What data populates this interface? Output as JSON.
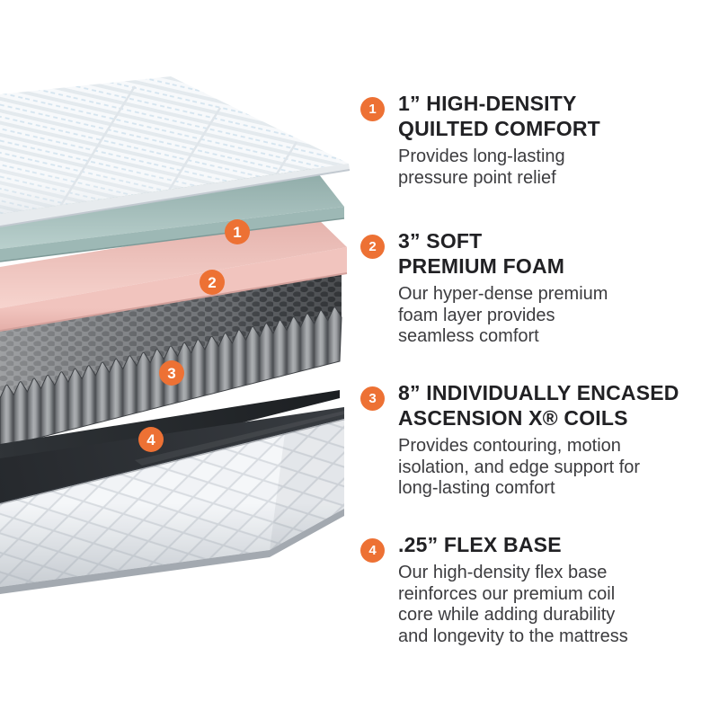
{
  "colors": {
    "accent_orange": "#ED7134",
    "heading_text": "#212124",
    "body_text": "#3C3C3F"
  },
  "diagram": {
    "markers": [
      {
        "number": "1"
      },
      {
        "number": "2"
      },
      {
        "number": "3"
      },
      {
        "number": "4"
      }
    ],
    "layers": [
      {
        "name": "quilted-comfort-top",
        "color": "#F6F8FA"
      },
      {
        "name": "soft-premium-foam-gel",
        "color": "#B5CCC9"
      },
      {
        "name": "premium-foam",
        "color": "#F3CDC7"
      },
      {
        "name": "encased-coils",
        "color": "#97999C"
      },
      {
        "name": "flex-base",
        "color": "#24272B"
      },
      {
        "name": "quilted-base-cover",
        "color": "#F1F3F5"
      }
    ]
  },
  "sections": [
    {
      "number": "1",
      "title_lines": [
        "1” HIGH-DENSITY",
        "QUILTED COMFORT"
      ],
      "description_lines": [
        "Provides long-lasting",
        "pressure point relief"
      ]
    },
    {
      "number": "2",
      "title_lines": [
        "3” SOFT",
        "PREMIUM FOAM"
      ],
      "description_lines": [
        "Our hyper-dense premium",
        "foam layer provides",
        "seamless comfort"
      ]
    },
    {
      "number": "3",
      "title_lines": [
        "8” INDIVIDUALLY ENCASED",
        "ASCENSION X® COILS"
      ],
      "description_lines": [
        "Provides contouring, motion",
        "isolation, and edge support for",
        "long-lasting comfort"
      ]
    },
    {
      "number": "4",
      "title_lines": [
        ".25” FLEX BASE"
      ],
      "description_lines": [
        "Our high-density flex base",
        "reinforces our premium coil",
        "core while adding durability",
        "and longevity to the mattress"
      ]
    }
  ]
}
